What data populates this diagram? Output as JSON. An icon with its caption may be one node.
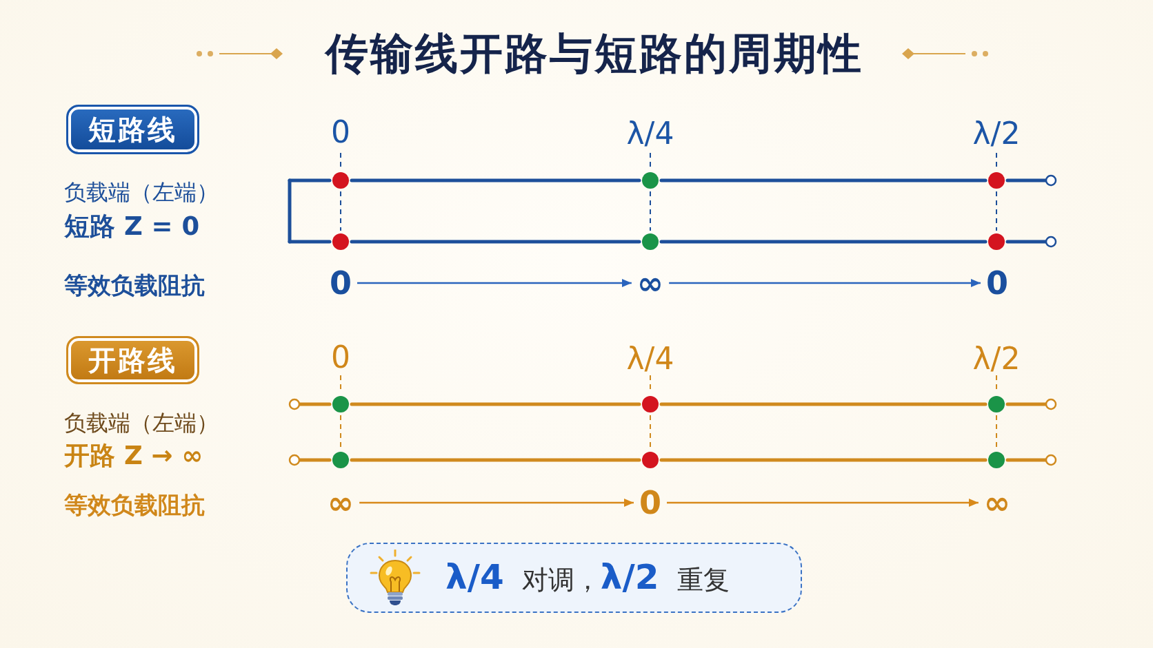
{
  "diagram": {
    "title": "传输线开路与短路的周期性",
    "nodes": [
      {
        "text": [
          "短路线"
        ]
      },
      {
        "text": [
          "0"
        ]
      },
      {
        "text": [
          "∞"
        ]
      },
      {
        "text": [
          "0"
        ]
      },
      {
        "text": [
          "开路线"
        ]
      },
      {
        "text": [
          "∞"
        ]
      },
      {
        "text": [
          "0"
        ]
      },
      {
        "text": [
          "∞"
        ]
      },
      {
        "text": [
          "**λ/4** 对调，**λ/2** 重复"
        ]
      }
    ],
    "edges": [
      {
        "from": 1,
        "to": 2,
        "arrow": "to"
      },
      {
        "from": 2,
        "to": 3,
        "arrow": "to"
      },
      {
        "from": 5,
        "to": 6,
        "arrow": "to",
        "color": "#d8891a"
      },
      {
        "from": 6,
        "to": 7,
        "arrow": "to",
        "color": "#d8891a"
      }
    ],
    "labels": [
      "0",
      "λ/4",
      "λ/2",
      "负载端（左端）",
      "短路 Z = 0",
      "等效负载阻抗",
      "0",
      "λ/4",
      "λ/2",
      "负载端（左端）",
      "开路 Z → ∞",
      "等效负载阻抗"
    ]
  }
}
